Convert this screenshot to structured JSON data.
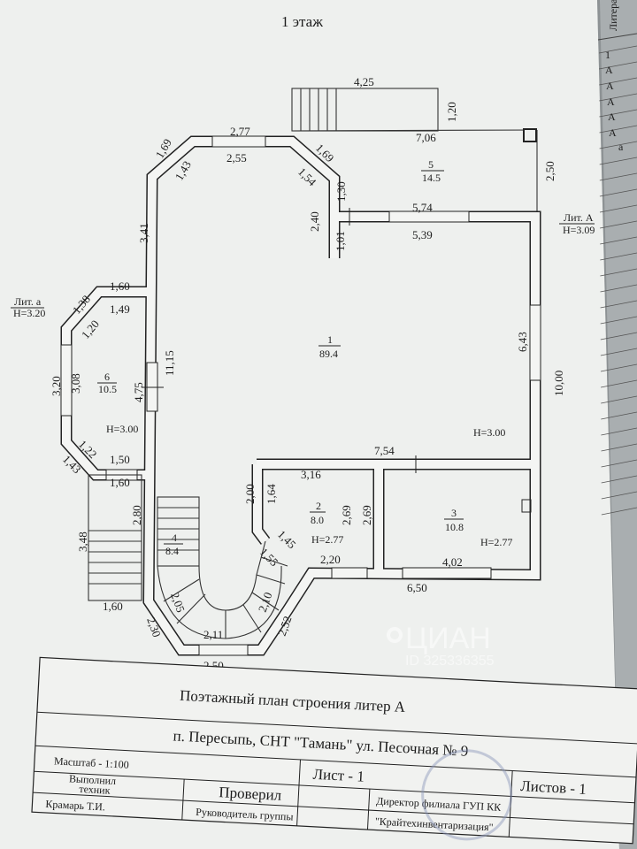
{
  "floor_title": "1 этаж",
  "rooms": [
    {
      "number": "1",
      "area": "89.4"
    },
    {
      "number": "2",
      "area": "8.0"
    },
    {
      "number": "3",
      "area": "10.8"
    },
    {
      "number": "4",
      "area": "8.4"
    },
    {
      "number": "5",
      "area": "14.5"
    },
    {
      "number": "6",
      "area": "10.5"
    }
  ],
  "heights": {
    "room1": "H=3.00",
    "room6": "H=3.00",
    "room2": "H=2.77",
    "room3": "H=2.77"
  },
  "liters": {
    "lit_a_upper": {
      "name": "Лит. А",
      "height": "H=3.09"
    },
    "lit_a_lower": {
      "name": "Лит. а",
      "height": "H=3.20"
    }
  },
  "dimensions": [
    "4,25",
    "1,20",
    "7,06",
    "2,77",
    "2,55",
    "1,69",
    "1,43",
    "1,69",
    "1,54",
    "1,30",
    "2,40",
    "1,01",
    "5,74",
    "5,39",
    "2,50",
    "3,41",
    "1,60",
    "1,38",
    "1,49",
    "1,20",
    "3,20",
    "3,08",
    "4,75",
    "11,15",
    "6,43",
    "10,00",
    "1,22",
    "1,43",
    "1,50",
    "1,60",
    "7,54",
    "3,16",
    "2,00",
    "1,64",
    "2,80",
    "2,69",
    "2,69",
    "3,48",
    "1,45",
    "1,55",
    "2,20",
    "4,02",
    "6,50",
    "1,60",
    "2,05",
    "2,10",
    "2,30",
    "2,52",
    "2,11",
    "2,50"
  ],
  "title_block": {
    "title": "Поэтажный план строения литер А",
    "address": "п. Пересыпь, СНТ \"Тамань\" ул. Песочная № 9",
    "scale": "Масштаб - 1:100",
    "sheet": "Лист - 1",
    "sheets": "Листов - 1",
    "performed": "Выполнил",
    "performed_role": "техник",
    "performer": "Крамарь Т.И.",
    "checked": "Проверил",
    "checked_role": "Руководитель группы",
    "director": "Директор филиала  ГУП  КК",
    "org": "\"Крайтехинвентаризация\""
  },
  "side_register": {
    "header": "Литера",
    "items": [
      "1",
      "А",
      "А",
      "А",
      "А",
      "А",
      "а"
    ]
  },
  "watermark": {
    "brand": "ЦИАН",
    "id": "ID 325336355"
  }
}
